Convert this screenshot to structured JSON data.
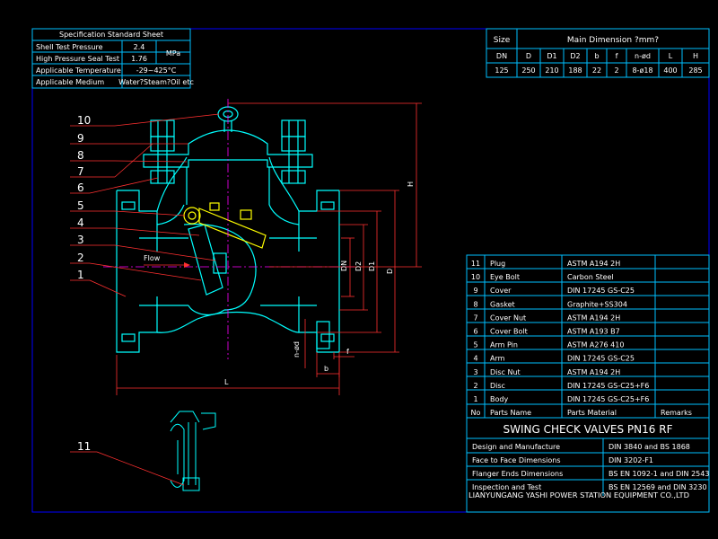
{
  "spec_sheet": {
    "title": "Specification Standard Sheet",
    "rows": [
      [
        "Shell Test Pressure",
        "2.4"
      ],
      [
        "High Pressure Seal Test",
        "1.76"
      ],
      [
        "Applicable Temperature",
        "-29~425°C"
      ],
      [
        "Applicable Medium",
        "Water?Steam?Oil etc"
      ]
    ],
    "pressure_unit": "MPa"
  },
  "dimension_table": {
    "size_header": "Size",
    "main_header": "Main Dimension ?mm?",
    "columns": [
      "DN",
      "D",
      "D1",
      "D2",
      "b",
      "f",
      "n-ød",
      "L",
      "H"
    ],
    "values": [
      "125",
      "250",
      "210",
      "188",
      "22",
      "2",
      "8-ø18",
      "400",
      "285"
    ]
  },
  "balloons": [
    "10",
    "9",
    "8",
    "7",
    "6",
    "5",
    "4",
    "3",
    "2",
    "1"
  ],
  "detail_balloon": "11",
  "flow_label": "Flow",
  "dim_labels": {
    "L": "L",
    "H": "H",
    "DN": "DN",
    "D2": "D2",
    "D1": "D1",
    "D": "D",
    "nd": "n-ød",
    "b": "b",
    "f": "f"
  },
  "parts": [
    {
      "no": "11",
      "name": "Plug",
      "material": "ASTM A194 2H",
      "remarks": ""
    },
    {
      "no": "10",
      "name": "Eye Bolt",
      "material": "Carbon Steel",
      "remarks": ""
    },
    {
      "no": "9",
      "name": "Cover",
      "material": "DIN 17245 GS-C25",
      "remarks": ""
    },
    {
      "no": "8",
      "name": "Gasket",
      "material": "Graphite+SS304",
      "remarks": ""
    },
    {
      "no": "7",
      "name": "Cover Nut",
      "material": "ASTM A194 2H",
      "remarks": ""
    },
    {
      "no": "6",
      "name": "Cover Bolt",
      "material": "ASTM A193 B7",
      "remarks": ""
    },
    {
      "no": "5",
      "name": "Arm Pin",
      "material": "ASTM A276 410",
      "remarks": ""
    },
    {
      "no": "4",
      "name": "Arm",
      "material": "DIN 17245 GS-C25",
      "remarks": ""
    },
    {
      "no": "3",
      "name": "Disc Nut",
      "material": "ASTM A194 2H",
      "remarks": ""
    },
    {
      "no": "2",
      "name": "Disc",
      "material": "DIN 17245 GS-C25+F6",
      "remarks": ""
    },
    {
      "no": "1",
      "name": "Body",
      "material": "DIN 17245 GS-C25+F6",
      "remarks": ""
    }
  ],
  "parts_header": {
    "no": "No",
    "name": "Parts Name",
    "material": "Parts Material",
    "remarks": "Remarks"
  },
  "title_block": {
    "product": "SWING CHECK VALVES PN16 RF",
    "rows": [
      [
        "Design and Manufacture",
        "DIN 3840 and BS 1868"
      ],
      [
        "Face to Face Dimensions",
        "DIN 3202-F1"
      ],
      [
        "Flanger Ends Dimensions",
        "BS EN 1092-1 and DIN 2543"
      ],
      [
        "Inspection and Test",
        "BS EN 12569 and DIN 3230"
      ]
    ],
    "company": "LIANYUNGANG YASHI POWER STATION EQUIPMENT CO.,LTD"
  },
  "colors": {
    "background": "#000000",
    "frame": "#0000ff",
    "table_lines": "#00bfff",
    "text": "#ffffff",
    "body_lines": "#00ffff",
    "dim_lines": "#ff3030",
    "centerline": "#ff00ff",
    "arm": "#ffff00",
    "leader": "#ff3030"
  }
}
